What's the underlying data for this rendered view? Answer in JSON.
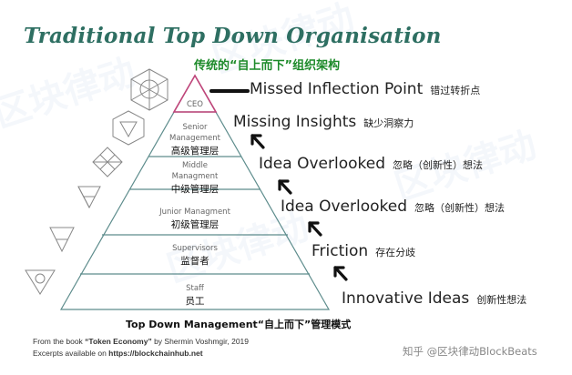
{
  "title": "Traditional Top Down Organisation",
  "subtitle": "传统的“自上而下”组织架构",
  "levels": [
    {
      "en": "CEO",
      "cn": ""
    },
    {
      "en": "Senior\nManagement",
      "cn": "高级管理层"
    },
    {
      "en": "Middle\nManagment",
      "cn": "中级管理层"
    },
    {
      "en": "Junior Managment",
      "cn": "初级管理层"
    },
    {
      "en": "Supervisors",
      "cn": "监督者"
    },
    {
      "en": "Staff",
      "cn": "员工"
    }
  ],
  "annotations": [
    {
      "en": "Missed Inflection Point",
      "cn": "错过转折点"
    },
    {
      "en": "Missing Insights",
      "cn": "缺少洞察力"
    },
    {
      "en": "Idea Overlooked",
      "cn": "忽略（创新性）想法"
    },
    {
      "en": "Idea Overlooked",
      "cn": "忽略（创新性）想法"
    },
    {
      "en": "Friction",
      "cn": "存在分歧"
    },
    {
      "en": "Innovative Ideas",
      "cn": "创新性想法"
    }
  ],
  "caption": "Top Down Management“自上而下”管理模式",
  "source_line1_prefix": "From the book ",
  "source_line1_book": "“Token Economy”",
  "source_line1_suffix": " by Shermin Voshmgir, 2019",
  "source_line2_prefix": "Excerpts available on ",
  "source_line2_link": "https://blockchainhub.net",
  "watermark": "知乎 @区块律动BlockBeats",
  "bg_watermark": "区块律动",
  "colors": {
    "title": "#2e6f62",
    "subtitle": "#1d8a2a",
    "apex_stroke": "#c0457a",
    "pyramid_stroke": "#5d8c8c"
  }
}
